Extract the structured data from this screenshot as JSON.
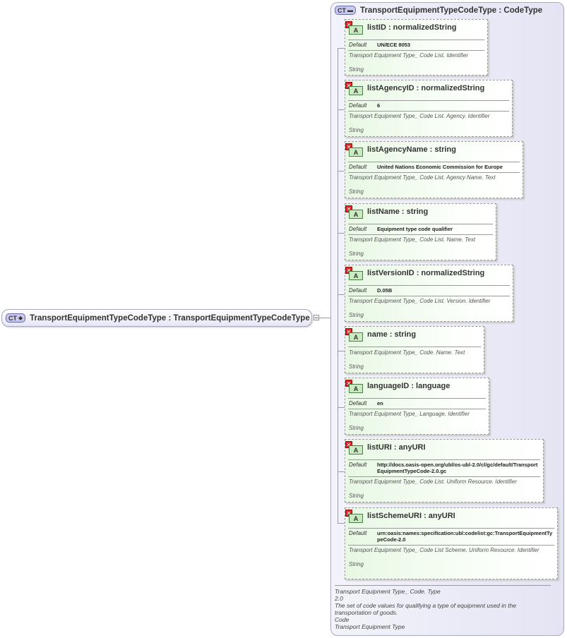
{
  "root": {
    "badge": "CT",
    "label": "TransportEquipmentTypeCodeType : TransportEquipmentTypeCodeType"
  },
  "container": {
    "badge": "CT",
    "label": "TransportEquipmentTypeCodeType : CodeType"
  },
  "attribute_badge": "A",
  "default_label": "Default",
  "attributes": [
    {
      "name": "listID      : normalizedString",
      "default": "UN/ECE 8053",
      "doc": "Transport Equipment Type_ Code List. Identifier",
      "type": "String"
    },
    {
      "name": "listAgencyID : normalizedString",
      "default": "6",
      "doc": "Transport Equipment Type_ Code List. Agency. Identifier",
      "type": "String"
    },
    {
      "name": "listAgencyName : string",
      "default": "United Nations Economic Commission for Europe",
      "doc": "Transport Equipment Type_ Code List. Agency Name. Text",
      "type": "String"
    },
    {
      "name": "listName : string",
      "default": "Equipment type code qualifier",
      "doc": "Transport Equipment Type_ Code List. Name. Text",
      "type": "String"
    },
    {
      "name": "listVersionID : normalizedString",
      "default": "D.05B",
      "doc": "Transport Equipment Type_ Code List. Version. Identifier",
      "type": "String"
    },
    {
      "name": "name      : string",
      "default": "",
      "doc": "Transport Equipment Type_ Code. Name. Text",
      "type": "String"
    },
    {
      "name": "languageID : language",
      "default": "en",
      "doc": "Transport Equipment Type_ Language. Identifier",
      "type": "String"
    },
    {
      "name": "listURI     : anyURI",
      "default": "http://docs.oasis-open.org/ubl/os-ubl-2.0/cl/gc/default/TransportEquipmentTypeCode-2.0.gc",
      "doc": "Transport Equipment Type_ Code List. Uniform Resource. Identifier",
      "type": "String"
    },
    {
      "name": "listSchemeURI : anyURI",
      "default": "urn:oasis:names:specification:ubl:codelist:gc:TransportEquipmentTypeCode-2.0",
      "doc": "Transport Equipment Type_ Code List Scheme. Uniform Resource. Identifier",
      "type": "String"
    }
  ],
  "notes": [
    "Transport Equipment Type_ Code. Type",
    "2.0",
    "The set of code values for qualifying a type of equipment used in the transportation of goods.",
    "Code",
    "Transport Equipment Type"
  ]
}
